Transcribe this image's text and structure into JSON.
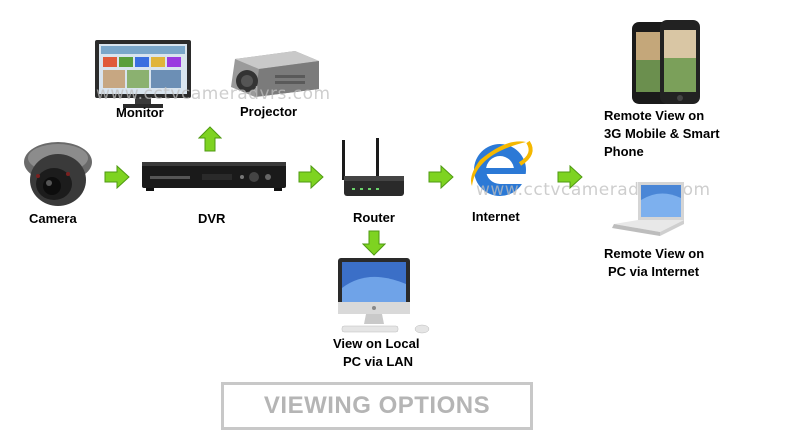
{
  "labels": {
    "monitor": "Monitor",
    "projector": "Projector",
    "camera": "Camera",
    "dvr": "DVR",
    "router": "Router",
    "internet": "Internet",
    "local_pc_line1": "View on Local",
    "local_pc_line2": "PC via LAN",
    "mobile_line1": "Remote View on",
    "mobile_line2": "3G Mobile & Smart",
    "mobile_line3": "Phone",
    "laptop_line1": "Remote View on",
    "laptop_line2": "PC via Internet"
  },
  "watermark": "www.cctvcameradvrs.com",
  "banner": "VIEWING OPTIONS",
  "colors": {
    "arrow_green": "#7ed321",
    "arrow_border": "#4f9a12",
    "banner_gray": "#b5b5b5"
  }
}
